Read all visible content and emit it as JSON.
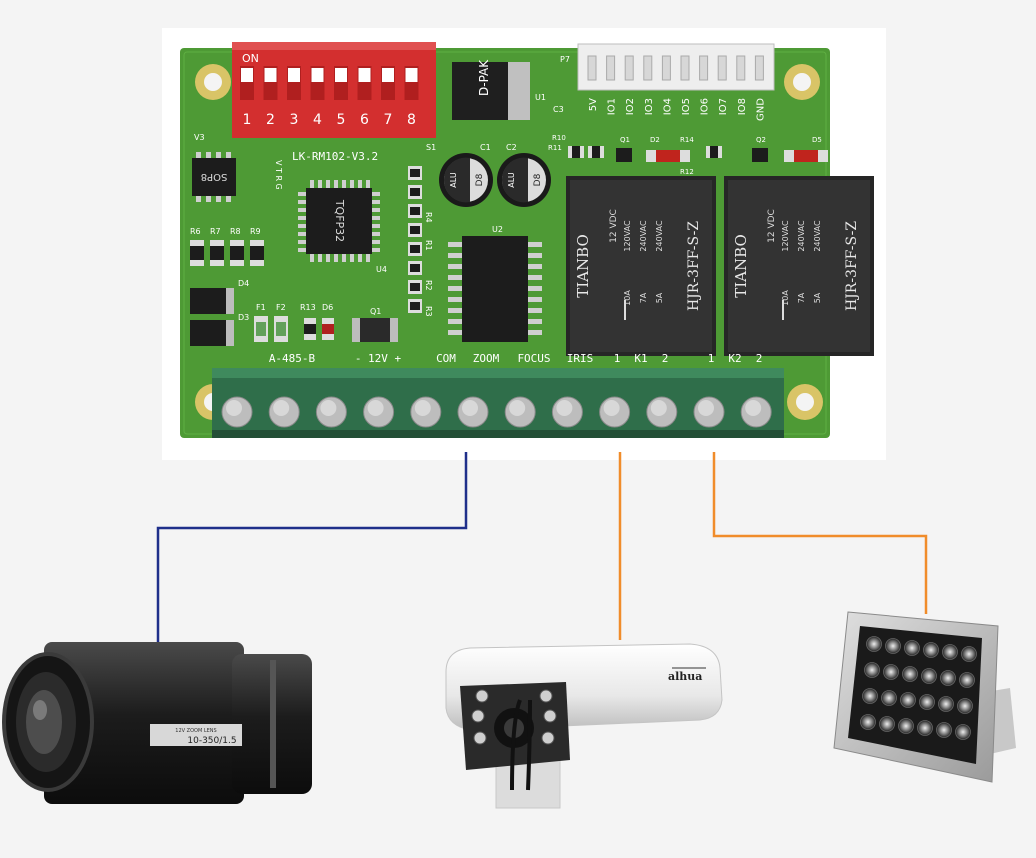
{
  "board": {
    "model": "LK-RM102-V3.2",
    "dip": {
      "on_label": "ON",
      "numbers": [
        "1",
        "2",
        "3",
        "4",
        "5",
        "6",
        "7",
        "8"
      ]
    },
    "header_pins": [
      "5V",
      "IO1",
      "IO2",
      "IO3",
      "IO4",
      "IO5",
      "IO6",
      "IO7",
      "IO8",
      "GND"
    ],
    "terminal_labels": [
      "A-485-B",
      "- 12V +",
      "COM",
      "ZOOM",
      "FOCUS",
      "IRIS",
      "1",
      "K1",
      "2",
      "1",
      "K2",
      "2"
    ],
    "refs": {
      "s1": "S1",
      "v3": "V3",
      "u1": "U1",
      "u2": "U2",
      "u4": "U4",
      "p7": "P7",
      "c1": "C1",
      "c2": "C2",
      "c3": "C3",
      "r10": "R10",
      "r11": "R11",
      "q1": "Q1",
      "q2": "Q2",
      "d2": "D2",
      "d5": "D5",
      "r14": "R14",
      "r12": "R12",
      "r13": "R13",
      "d3": "D3",
      "d4": "D4",
      "d6": "D6",
      "f1": "F1",
      "f2": "F2",
      "r6": "R6",
      "r7": "R7",
      "r8": "R8",
      "r9": "R9",
      "r4": "R4",
      "r1": "R1",
      "r2": "R2",
      "r3": "R3"
    },
    "vtrg": "V T R G",
    "chips": {
      "sop8": "SOP8",
      "tqfp32": "TQFP32",
      "dpak": "D-PAK"
    },
    "caps": [
      {
        "top": "ALU",
        "bottom": "D8"
      },
      {
        "top": "ALU",
        "bottom": "D8"
      }
    ],
    "relays": [
      {
        "brand": "TIANBO",
        "voltage": "12 VDC",
        "ratings_a": [
          "120VAC",
          "240VAC",
          "240VAC"
        ],
        "ratings_b": [
          "10A",
          "7A",
          "5A"
        ],
        "model": "HJR-3FF-S-Z"
      },
      {
        "brand": "TIANBO",
        "voltage": "12 VDC",
        "ratings_a": [
          "120VAC",
          "240VAC",
          "240VAC"
        ],
        "ratings_b": [
          "10A",
          "7A",
          "5A"
        ],
        "model": "HJR-3FF-S-Z"
      }
    ]
  },
  "devices": {
    "lens": {
      "line1": "12V ZOOM LENS",
      "model": "10-350/1.5"
    },
    "camera": {
      "brand": "alhua"
    },
    "illuminator": {
      "led_count": 24
    }
  },
  "colors": {
    "pcb": "#4e9a35",
    "pcb_dark": "#3f7f2b",
    "dip": "#d32f2f",
    "terminal": "#2f6e4a",
    "wire_blue": "#1f2f8a",
    "wire_orange": "#f08c2a"
  }
}
